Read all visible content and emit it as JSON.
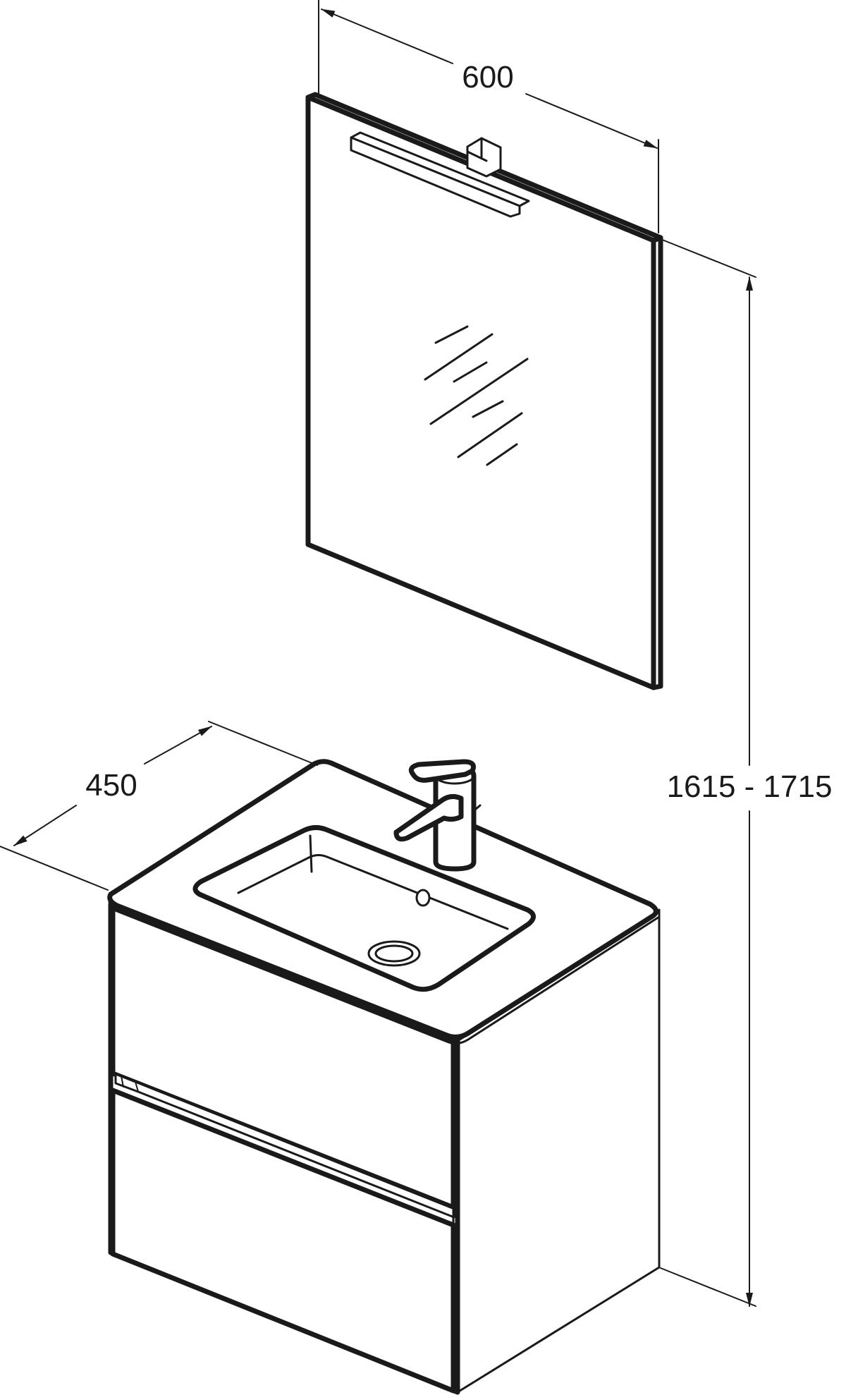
{
  "dimensions": {
    "mirror_width": "600",
    "vanity_depth": "450",
    "total_height": "1615 - 1715"
  },
  "colors": {
    "line": "#1a1a1a",
    "background": "#ffffff"
  }
}
